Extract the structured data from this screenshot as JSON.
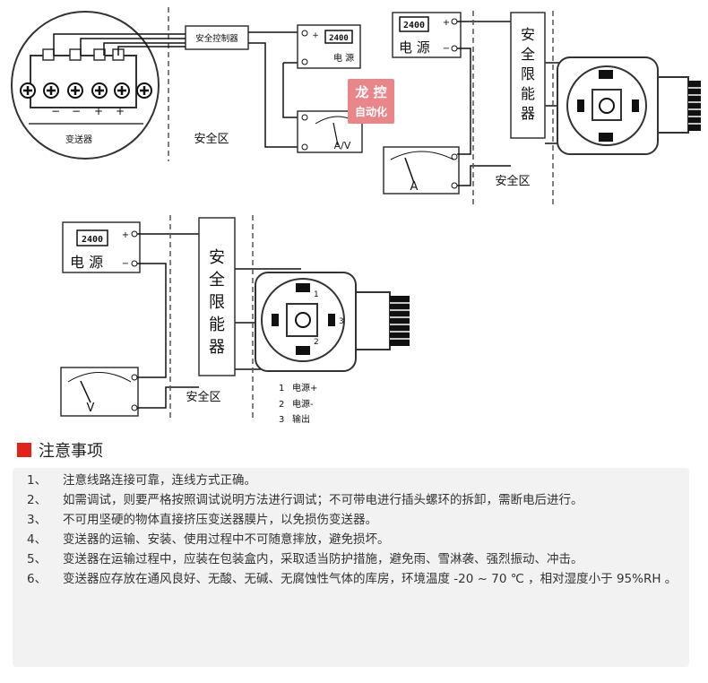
{
  "diagram": {
    "transmitter_label": "变送器",
    "terminal_signs": [
      "−",
      "+"
    ],
    "safety_controller_label": "安全控制器",
    "power_display": "2400",
    "power_label_small": "电 源",
    "power_label_large": "电 源",
    "meter_label_av": "A/V",
    "meter_label_a": "A",
    "meter_label_v": "V",
    "safe_zone_label": "安全区",
    "watermark_line1": "龙 控",
    "watermark_line2": "自动化",
    "barrier_label": [
      "安",
      "全",
      "限",
      "能",
      "器"
    ],
    "plus": "+",
    "minus": "−",
    "pin_legend": [
      {
        "num": "1",
        "text": "电源+"
      },
      {
        "num": "2",
        "text": "电源-"
      },
      {
        "num": "3",
        "text": "输出"
      }
    ],
    "connector_pins": [
      "1",
      "2",
      "3"
    ]
  },
  "notes": {
    "title": "注意事项",
    "items": [
      {
        "num": "1、",
        "text": "注意线路连接可靠，连线方式正确。"
      },
      {
        "num": "2、",
        "text": "如需调试，则要严格按照调试说明方法进行调试；不可带电进行插头螺环的拆卸，需断电后进行。"
      },
      {
        "num": "3、",
        "text": "不可用坚硬的物体直接挤压变送器膜片，以免损伤变送器。"
      },
      {
        "num": "4、",
        "text": "变送器的运输、安装、使用过程中不可随意摔放，避免损坏。"
      },
      {
        "num": "5、",
        "text": "变送器在运输过程中，应装在包装盒内，采取适当防护措施，避免雨、雪淋袭、强烈振动、冲击。"
      },
      {
        "num": "6、",
        "text": "变送器应存放在通风良好、无酸、无碱、无腐蚀性气体的库房，环境温度 -20 ~ 70 ℃ ，相对湿度小于 95%RH 。"
      }
    ]
  }
}
